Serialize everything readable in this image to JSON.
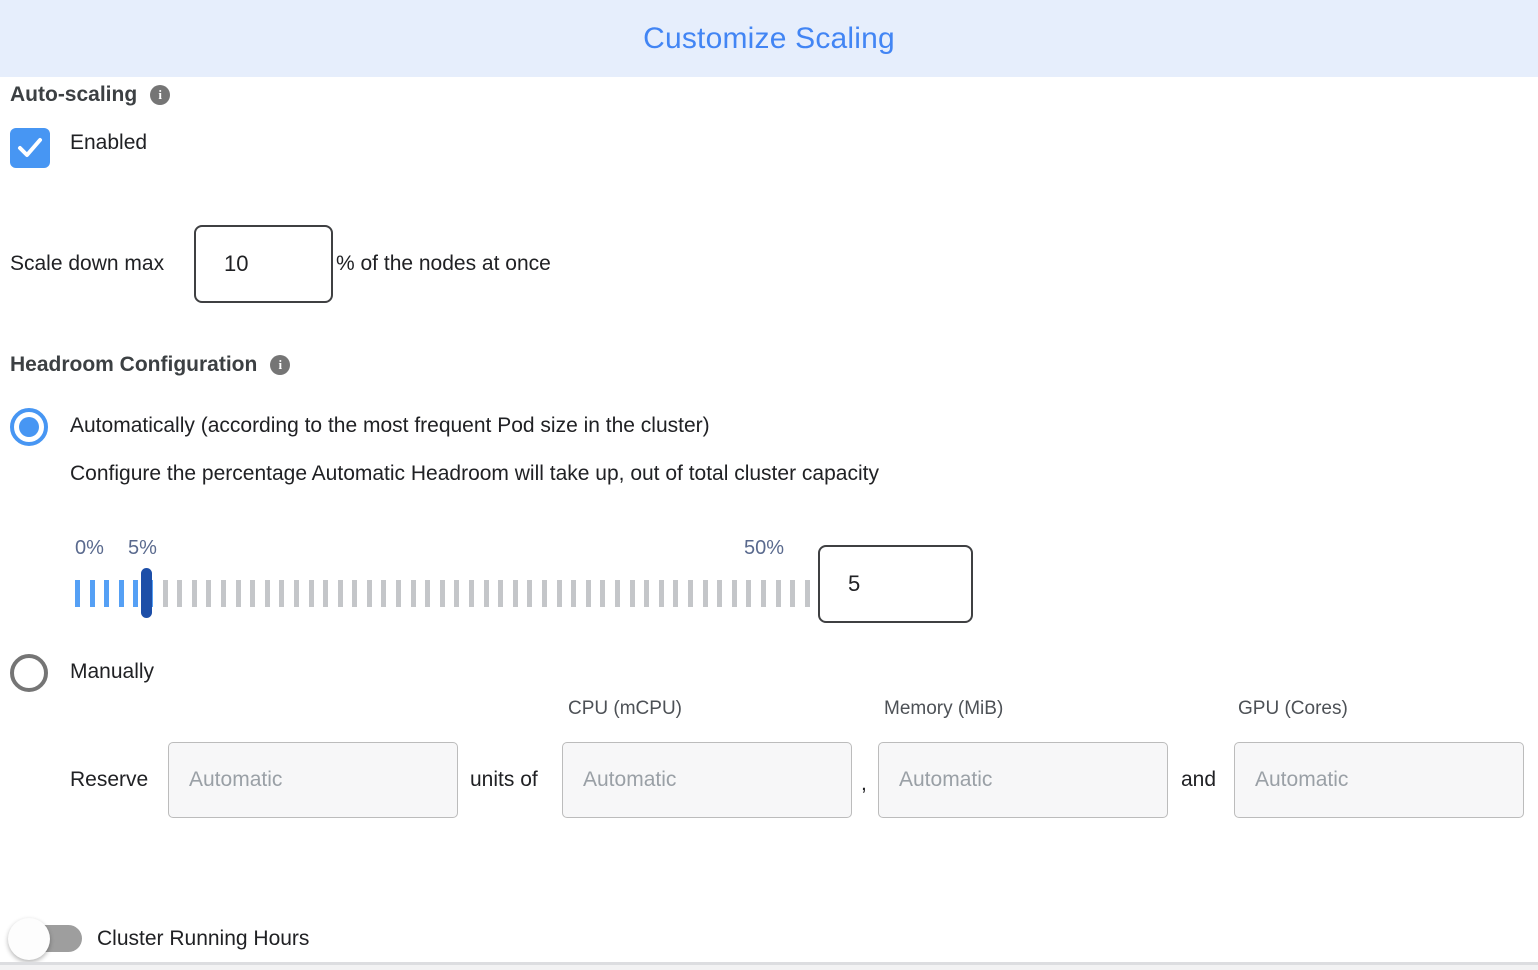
{
  "header": {
    "title": "Customize Scaling"
  },
  "auto_scaling": {
    "label": "Auto-scaling",
    "checkbox_label": "Enabled",
    "checked": true
  },
  "scale_down": {
    "prefix": "Scale down max",
    "value": "10",
    "suffix": "% of the nodes at once"
  },
  "headroom": {
    "label": "Headroom Configuration",
    "selected_mode": "automatic",
    "automatic_option": "Automatically (according to the most frequent Pod size in the cluster)",
    "automatic_description": "Configure the percentage Automatic Headroom will take up, out of total cluster capacity",
    "slider": {
      "min_label": "0%",
      "current_label": "5%",
      "max_label": "50%",
      "value": "5",
      "total_ticks": 51,
      "active_ticks": 6
    },
    "manual_option": "Manually"
  },
  "manual_reserve": {
    "columns": {
      "cpu": "CPU (mCPU)",
      "memory": "Memory (MiB)",
      "gpu": "GPU (Cores)"
    },
    "reserve_label": "Reserve",
    "units_of_label": "units of",
    "comma_separator": ",",
    "and_separator": "and",
    "placeholder": "Automatic"
  },
  "cluster_running_hours": {
    "label": "Cluster Running Hours",
    "enabled": false
  },
  "colors": {
    "accent_blue": "#4796f3",
    "title_blue": "#4285f4",
    "header_background": "#e6eefc",
    "slider_handle": "#1c4ea8",
    "tick_active": "#55a0f5",
    "tick_inactive": "#c4c6c9"
  }
}
